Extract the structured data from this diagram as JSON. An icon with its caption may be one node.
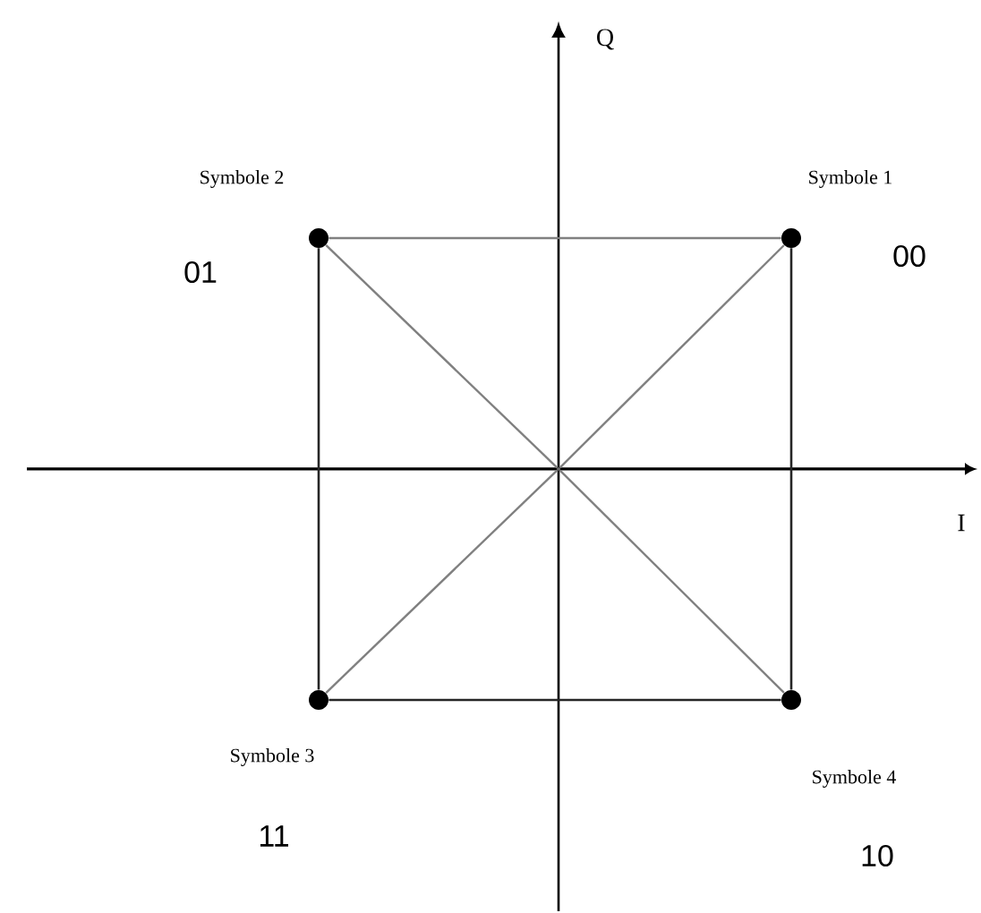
{
  "diagram": {
    "nodes": [
      {
        "text": [],
        "shape": "circle",
        "beside": [
          "Symbole 1",
          "00"
        ]
      },
      {
        "text": [],
        "shape": "circle",
        "beside": [
          "Symbole 2",
          "01"
        ]
      },
      {
        "text": [],
        "shape": "circle",
        "beside": [
          "Symbole 3",
          "11"
        ]
      },
      {
        "text": [],
        "shape": "circle",
        "beside": [
          "Symbole 4",
          "10"
        ]
      },
      {
        "text": [],
        "shape": "point"
      }
    ],
    "edges": [
      {
        "from": 0,
        "to": 1,
        "arrow": "none",
        "color": "#808080"
      },
      {
        "from": 1,
        "to": 2,
        "arrow": "none"
      },
      {
        "from": 2,
        "to": 3,
        "arrow": "none"
      },
      {
        "from": 3,
        "to": 0,
        "arrow": "none"
      },
      {
        "from": 0,
        "to": 4,
        "arrow": "none",
        "color": "#808080"
      },
      {
        "from": 1,
        "to": 4,
        "arrow": "none",
        "color": "#808080"
      },
      {
        "from": 2,
        "to": 4,
        "arrow": "none",
        "color": "#808080"
      },
      {
        "from": 3,
        "to": 4,
        "arrow": "none",
        "color": "#808080"
      }
    ],
    "labels": [
      "Q",
      "I"
    ]
  }
}
